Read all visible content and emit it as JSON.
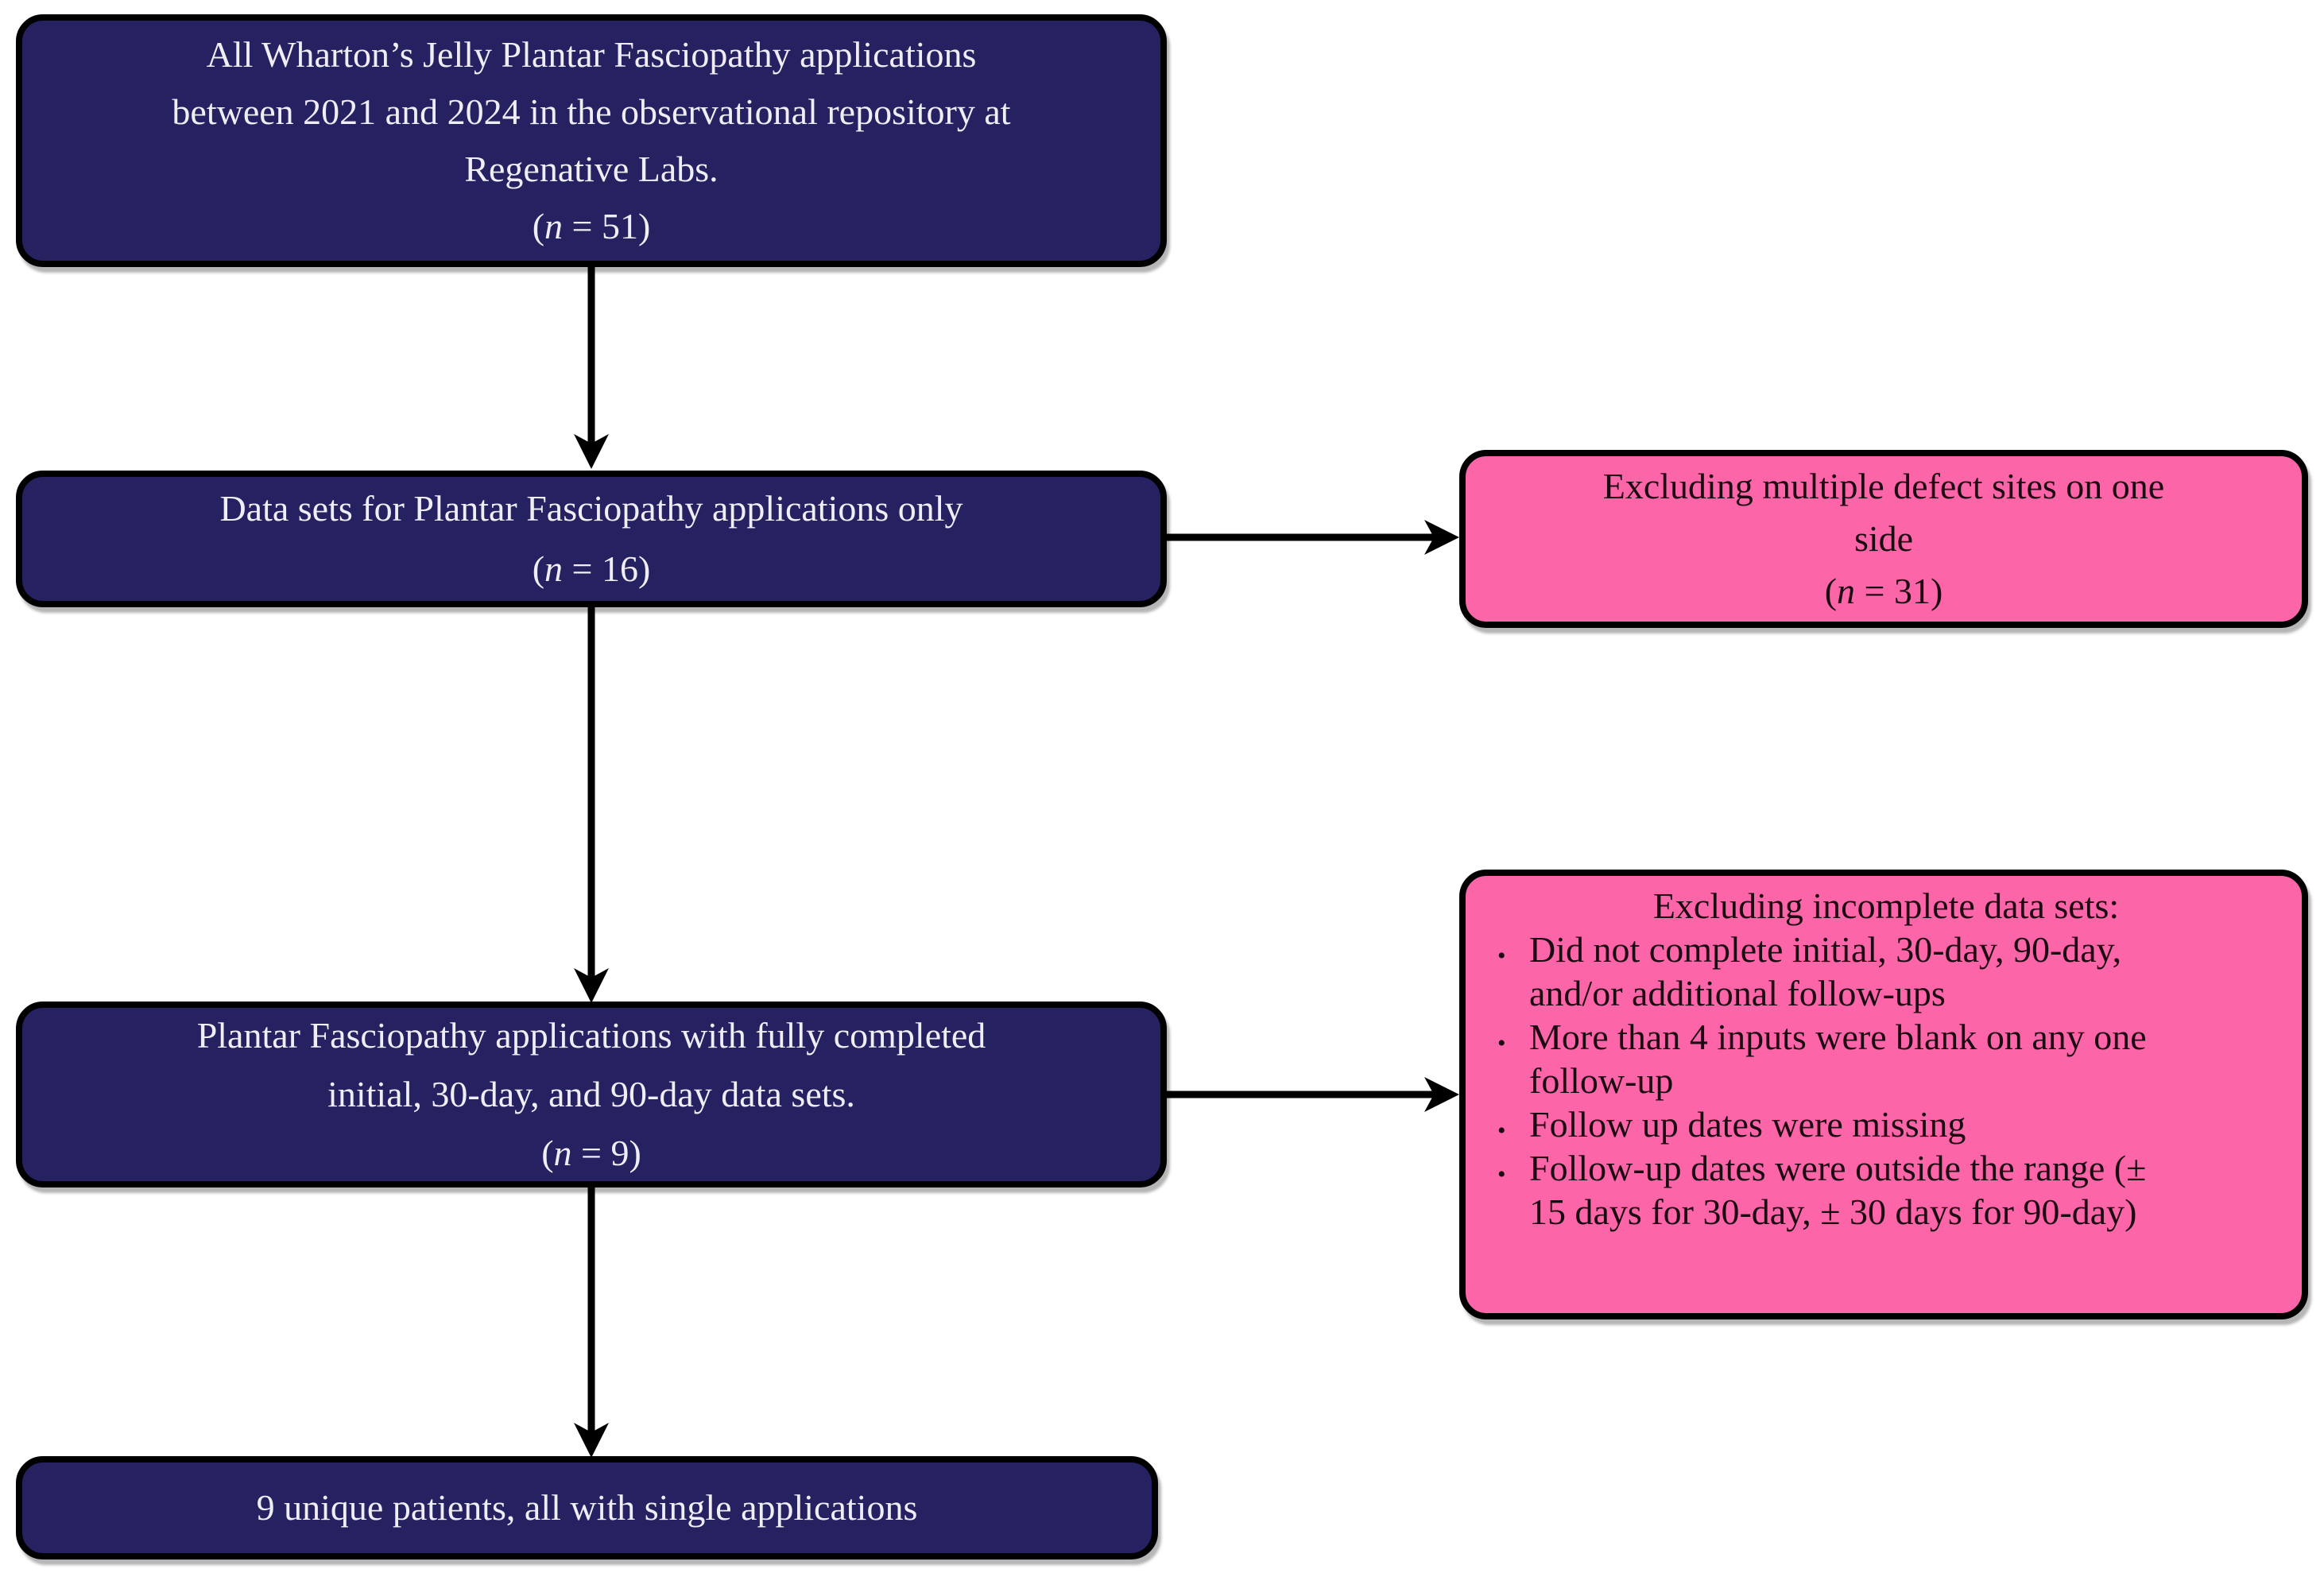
{
  "colors": {
    "primary_fill": "#262261",
    "exclusion_fill": "#fc65a7",
    "text_light": "#efedf6",
    "text_dark": "#1c0a12",
    "line": "#000000"
  },
  "boxes": {
    "source": {
      "lines": [
        "All Wharton’s Jelly Plantar Fasciopathy applications",
        "between 2021 and 2024 in the observational repository at",
        "Regenative Labs."
      ],
      "n": {
        "pre": "(",
        "it": "n",
        "post": " = 51)"
      }
    },
    "datasets": {
      "lines": [
        "Data sets for Plantar Fasciopathy applications only"
      ],
      "n": {
        "pre": "(",
        "it": "n",
        "post": " = 16)"
      }
    },
    "excl_sites": {
      "lines": [
        "Excluding multiple defect sites on one",
        "side"
      ],
      "n": {
        "pre": "(",
        "it": "n",
        "post": " = 31)"
      }
    },
    "completed": {
      "lines": [
        "Plantar Fasciopathy applications with fully completed",
        "initial, 30-day, and 90-day data sets."
      ],
      "n": {
        "pre": "(",
        "it": "n",
        "post": " = 9)"
      }
    },
    "excl_incomplete": {
      "heading": "Excluding incomplete data sets:",
      "bullet_glyph": "•",
      "bullets": [
        "Did not complete initial, 30-day, 90-day, and/or additional follow-ups",
        "More than 4 inputs were blank on any one follow-up",
        "Follow up dates were missing",
        "Follow-up dates were outside the range (± 15 days for 30-day, ± 30 days for 90-day)"
      ]
    },
    "final": {
      "lines": [
        "9 unique patients, all with single applications"
      ]
    }
  }
}
